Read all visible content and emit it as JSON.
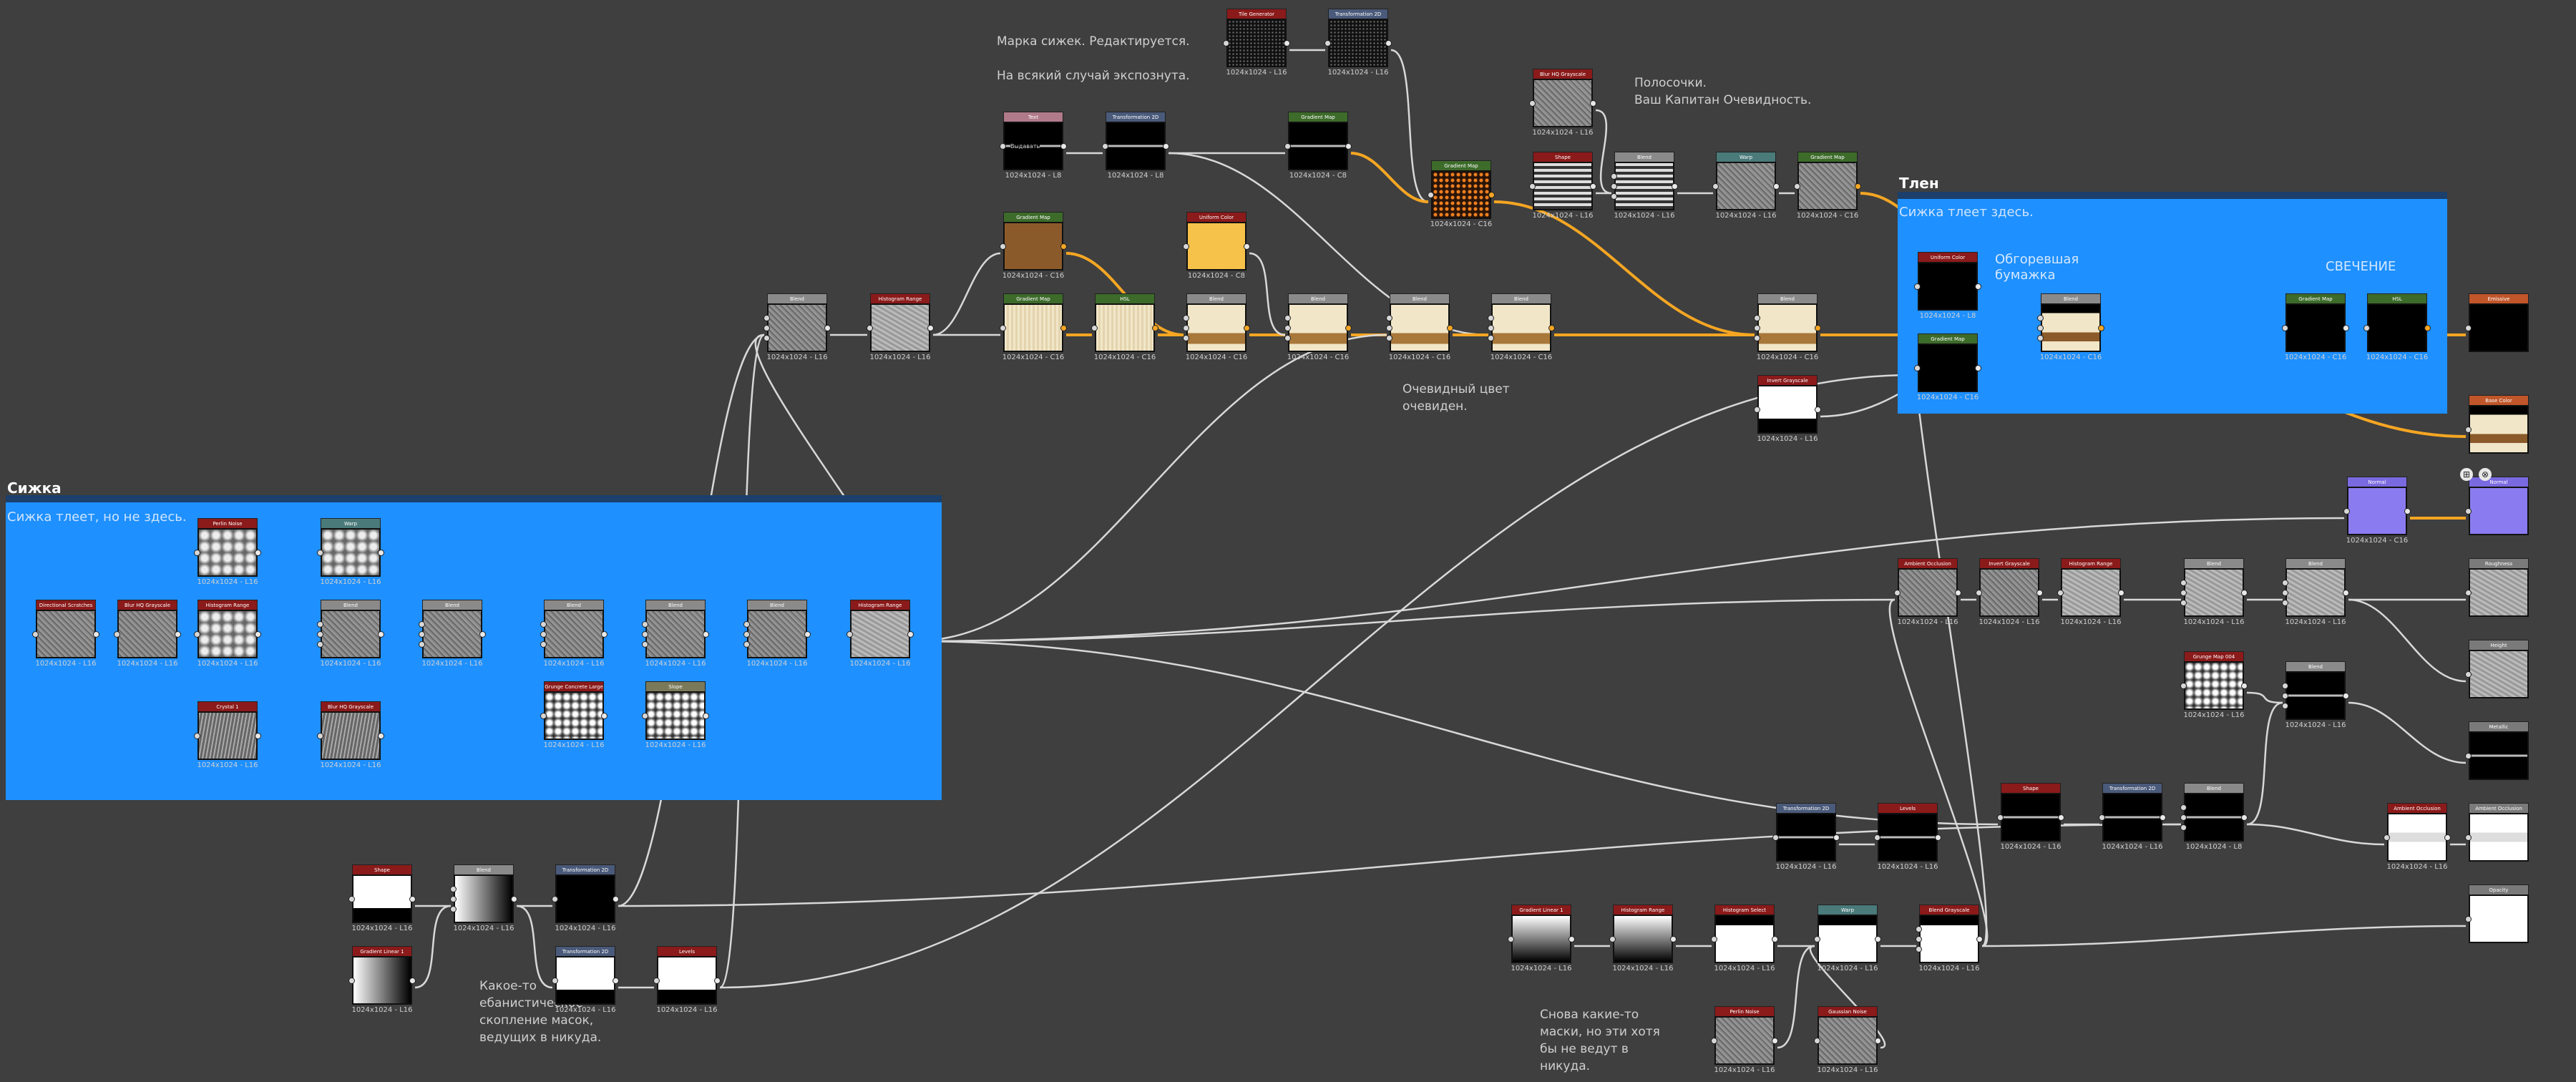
{
  "frames": [
    {
      "id": "f1",
      "title": "Сижка",
      "subtitle": "Сижка тлеет, но не здесь.",
      "label": ""
    },
    {
      "id": "f2",
      "title": "Тлен",
      "subtitle": "Сижка тлеет здесь.",
      "label": "Обгоревшая бумажка",
      "label2": "СВЕЧЕНИЕ"
    }
  ],
  "comments": [
    {
      "id": "c1",
      "text": "Марка сижек. Редактируется.\n\nНа всякий случай экспознута."
    },
    {
      "id": "c2",
      "text": "Полосочки.\nВаш Капитан Очевидность."
    },
    {
      "id": "c3",
      "text": "Очевидный цвет\nочевиден."
    },
    {
      "id": "c4",
      "text": "Какое-то\nебанистическое\nскопление масок,\nведущих в никуда."
    },
    {
      "id": "c5",
      "text": "Снова какие-то\nмаски, но эти хотя\nбы не ведут в\nникуда."
    }
  ],
  "nodes": [
    {
      "id": "tile_top",
      "title": "Tile Generator",
      "res": "1024x1024 - L16",
      "hdr": "#8b1a1a",
      "thumb": "noise-dark"
    },
    {
      "id": "transf_top",
      "title": "Transformation 2D",
      "res": "1024x1024 - L16",
      "hdr": "#4a5a7a",
      "thumb": "noise-dark"
    },
    {
      "id": "text",
      "title": "Text",
      "res": "1024x1024 - L8",
      "hdr": "#b07a8a",
      "thumb": "text-black",
      "text": "Выдавать"
    },
    {
      "id": "transf_a",
      "title": "Transformation 2D",
      "res": "1024x1024 - L8",
      "hdr": "#4a5a7a",
      "thumb": "text-black"
    },
    {
      "id": "gm_a",
      "title": "Gradient Map",
      "res": "1024x1024 - C8",
      "hdr": "#3d6b2a",
      "thumb": "text-black"
    },
    {
      "id": "gm_b",
      "title": "Gradient Map",
      "res": "1024x1024 - C16",
      "hdr": "#3d6b2a",
      "thumb": "brown"
    },
    {
      "id": "uniform_color",
      "title": "Uniform Color",
      "res": "1024x1024 - C8",
      "hdr": "#8b1a1a",
      "thumb": "yellow"
    },
    {
      "id": "gm_ember",
      "title": "Gradient Map",
      "res": "1024x1024 - C16",
      "hdr": "#3d6b2a",
      "thumb": "ember"
    },
    {
      "id": "blur_hq",
      "title": "Blur HQ Grayscale",
      "res": "1024x1024 - L16",
      "hdr": "#8b1a1a",
      "thumb": "gray-noise"
    },
    {
      "id": "stripes",
      "title": "Shape",
      "res": "1024x1024 - L16",
      "hdr": "#8b1a1a",
      "thumb": "stripes"
    },
    {
      "id": "blend_s",
      "title": "Blend",
      "res": "1024x1024 - L16",
      "hdr": "#8a8a8a",
      "thumb": "stripes"
    },
    {
      "id": "warp_s",
      "title": "Warp",
      "res": "1024x1024 - L16",
      "hdr": "#4a7a7a",
      "thumb": "gray-noise"
    },
    {
      "id": "gm_s",
      "title": "Gradient Map",
      "res": "1024x1024 - C16",
      "hdr": "#3d6b2a",
      "thumb": "gray-noise"
    },
    {
      "id": "blend_l1",
      "title": "Blend",
      "res": "1024x1024 - L16",
      "hdr": "#8a8a8a",
      "thumb": "gray-noise"
    },
    {
      "id": "histo_l1",
      "title": "Histogram Range",
      "res": "1024x1024 - L16",
      "hdr": "#8b1a1a",
      "thumb": "gray-light"
    },
    {
      "id": "gm_c",
      "title": "Gradient Map",
      "res": "1024x1024 - C16",
      "hdr": "#3d6b2a",
      "thumb": "paper"
    },
    {
      "id": "hsl_a",
      "title": "HSL",
      "res": "1024x1024 - C16",
      "hdr": "#3d6b2a",
      "thumb": "paper"
    },
    {
      "id": "blend_c1",
      "title": "Blend",
      "res": "1024x1024 - C16",
      "hdr": "#8a8a8a",
      "thumb": "paper-band"
    },
    {
      "id": "blend_c2",
      "title": "Blend",
      "res": "1024x1024 - C16",
      "hdr": "#8a8a8a",
      "thumb": "paper-band"
    },
    {
      "id": "blend_c3",
      "title": "Blend",
      "res": "1024x1024 - C16",
      "hdr": "#8a8a8a",
      "thumb": "paper-band"
    },
    {
      "id": "blend_c4",
      "title": "Blend",
      "res": "1024x1024 - C16",
      "hdr": "#8a8a8a",
      "thumb": "paper-band"
    },
    {
      "id": "blend_c5",
      "title": "Blend",
      "res": "1024x1024 - C16",
      "hdr": "#8a8a8a",
      "thumb": "paper-band"
    },
    {
      "id": "invert_gs",
      "title": "Invert Grayscale",
      "res": "1024x1024 - L16",
      "hdr": "#8b1a1a",
      "thumb": "white-top"
    },
    {
      "id": "uniform_color2",
      "title": "Uniform Color",
      "res": "1024x1024 - L8",
      "hdr": "#8b1a1a",
      "thumb": "black"
    },
    {
      "id": "gm_d",
      "title": "Gradient Map",
      "res": "1024x1024 - C16",
      "hdr": "#3d6b2a",
      "thumb": "black"
    },
    {
      "id": "blend_t",
      "title": "Blend",
      "res": "1024x1024 - C16",
      "hdr": "#8a8a8a",
      "thumb": "paper-burn"
    },
    {
      "id": "gm_e",
      "title": "Gradient Map",
      "res": "1024x1024 - C16",
      "hdr": "#3d6b2a",
      "thumb": "black"
    },
    {
      "id": "hsl_b",
      "title": "HSL",
      "res": "1024x1024 - C16",
      "hdr": "#3d6b2a",
      "thumb": "black"
    },
    {
      "id": "out_emissive",
      "title": "Emissive",
      "res": "",
      "hdr": "#c0562a",
      "thumb": "black"
    },
    {
      "id": "out_basecolor",
      "title": "Base Color",
      "res": "",
      "hdr": "#c0562a",
      "thumb": "paper-burn"
    },
    {
      "id": "normal",
      "title": "Normal",
      "res": "1024x1024 - C16",
      "hdr": "#7a6ae0",
      "thumb": "normal"
    },
    {
      "id": "out_normal",
      "title": "Normal",
      "res": "",
      "hdr": "#7a6ae0",
      "thumb": "normal"
    },
    {
      "id": "perlin",
      "title": "Perlin Noise",
      "res": "1024x1024 - L16",
      "hdr": "#8b1a1a",
      "thumb": "cells"
    },
    {
      "id": "warp_a",
      "title": "Warp",
      "res": "1024x1024 - L16",
      "hdr": "#4a7a7a",
      "thumb": "cells"
    },
    {
      "id": "dir_scratch",
      "title": "Directional Scratches",
      "res": "1024x1024 - L16",
      "hdr": "#8b1a1a",
      "thumb": "gray-noise"
    },
    {
      "id": "blur_hq2",
      "title": "Blur HQ Grayscale",
      "res": "1024x1024 - L16",
      "hdr": "#8b1a1a",
      "thumb": "gray-noise"
    },
    {
      "id": "histo_a",
      "title": "Histogram Range",
      "res": "1024x1024 - L16",
      "hdr": "#8b1a1a",
      "thumb": "cells"
    },
    {
      "id": "blend_f1",
      "title": "Blend",
      "res": "1024x1024 - L16",
      "hdr": "#8a8a8a",
      "thumb": "gray-noise"
    },
    {
      "id": "blend_f2",
      "title": "Blend",
      "res": "1024x1024 - L16",
      "hdr": "#8a8a8a",
      "thumb": "gray-noise"
    },
    {
      "id": "blend_f3",
      "title": "Blend",
      "res": "1024x1024 - L16",
      "hdr": "#8a8a8a",
      "thumb": "gray-noise"
    },
    {
      "id": "blend_f4",
      "title": "Blend",
      "res": "1024x1024 - L16",
      "hdr": "#8a8a8a",
      "thumb": "gray-noise"
    },
    {
      "id": "blend_f5",
      "title": "Blend",
      "res": "1024x1024 - L16",
      "hdr": "#8a8a8a",
      "thumb": "gray-noise"
    },
    {
      "id": "histo_b",
      "title": "Histogram Range",
      "res": "1024x1024 - L16",
      "hdr": "#8b1a1a",
      "thumb": "gray-light"
    },
    {
      "id": "crystal",
      "title": "Crystal 1",
      "res": "1024x1024 - L16",
      "hdr": "#8b1a1a",
      "thumb": "streaks"
    },
    {
      "id": "blur_hq3",
      "title": "Blur HQ Grayscale",
      "res": "1024x1024 - L16",
      "hdr": "#8b1a1a",
      "thumb": "streaks"
    },
    {
      "id": "grunge",
      "title": "Grunge Concrete Large",
      "res": "1024x1024 - L16",
      "hdr": "#8b1a1a",
      "thumb": "grunge"
    },
    {
      "id": "slope",
      "title": "Slope",
      "res": "1024x1024 - L16",
      "hdr": "#7a7a5a",
      "thumb": "grunge"
    },
    {
      "id": "shape_m",
      "title": "Shape",
      "res": "1024x1024 - L16",
      "hdr": "#8b1a1a",
      "thumb": "white-top"
    },
    {
      "id": "blend_m",
      "title": "Blend",
      "res": "1024x1024 - L16",
      "hdr": "#8a8a8a",
      "thumb": "grad-h"
    },
    {
      "id": "transf_m1",
      "title": "Transformation 2D",
      "res": "1024x1024 - L16",
      "hdr": "#4a5a7a",
      "thumb": "black"
    },
    {
      "id": "grad_linear",
      "title": "Gradient Linear 1",
      "res": "1024x1024 - L16",
      "hdr": "#8b1a1a",
      "thumb": "grad-h"
    },
    {
      "id": "transf_m2",
      "title": "Transformation 2D",
      "res": "1024x1024 - L16",
      "hdr": "#4a5a7a",
      "thumb": "white-top"
    },
    {
      "id": "level_m",
      "title": "Levels",
      "res": "1024x1024 - L16",
      "hdr": "#8b1a1a",
      "thumb": "white-top"
    },
    {
      "id": "ao",
      "title": "Ambient Occlusion",
      "res": "1024x1024 - L16",
      "hdr": "#8b1a1a",
      "thumb": "gray-noise"
    },
    {
      "id": "invert_r",
      "title": "Invert Grayscale",
      "res": "1024x1024 - L16",
      "hdr": "#8b1a1a",
      "thumb": "gray-noise"
    },
    {
      "id": "histo_r",
      "title": "Histogram Range",
      "res": "1024x1024 - L16",
      "hdr": "#8b1a1a",
      "thumb": "gray-light"
    },
    {
      "id": "blend_r1",
      "title": "Blend",
      "res": "1024x1024 - L16",
      "hdr": "#8a8a8a",
      "thumb": "gray-light"
    },
    {
      "id": "blend_r2",
      "title": "Blend",
      "res": "1024x1024 - L16",
      "hdr": "#8a8a8a",
      "thumb": "gray-light"
    },
    {
      "id": "out_rough",
      "title": "Roughness",
      "res": "",
      "hdr": "#7a7a7a",
      "thumb": "gray-light"
    },
    {
      "id": "out_height",
      "title": "Height",
      "res": "",
      "hdr": "#7a7a7a",
      "thumb": "gray-light"
    },
    {
      "id": "grunge_map",
      "title": "Grunge Map 004",
      "res": "1024x1024 - L16",
      "hdr": "#8b1a1a",
      "thumb": "grunge"
    },
    {
      "id": "blend_r3",
      "title": "Blend",
      "res": "1024x1024 - L16",
      "hdr": "#8a8a8a",
      "thumb": "text-black"
    },
    {
      "id": "out_metal",
      "title": "Metallic",
      "res": "",
      "hdr": "#7a7a7a",
      "thumb": "text-black"
    },
    {
      "id": "shape_r",
      "title": "Shape",
      "res": "1024x1024 - L16",
      "hdr": "#8b1a1a",
      "thumb": "text-black"
    },
    {
      "id": "transf_r",
      "title": "Transformation 2D",
      "res": "1024x1024 - L16",
      "hdr": "#4a5a7a",
      "thumb": "text-black"
    },
    {
      "id": "blend_r4",
      "title": "Blend",
      "res": "1024x1024 - L8",
      "hdr": "#8a8a8a",
      "thumb": "text-black"
    },
    {
      "id": "transf_r2",
      "title": "Transformation 2D",
      "res": "1024x1024 - L16",
      "hdr": "#4a5a7a",
      "thumb": "text-black"
    },
    {
      "id": "level_r",
      "title": "Levels",
      "res": "1024x1024 - L16",
      "hdr": "#8b1a1a",
      "thumb": "text-black"
    },
    {
      "id": "ao_out",
      "title": "Ambient Occlusion",
      "res": "1024x1024 - L16",
      "hdr": "#8b1a1a",
      "thumb": "white-spiky"
    },
    {
      "id": "out_ao",
      "title": "Ambient Occlusion",
      "res": "",
      "hdr": "#7a7a7a",
      "thumb": "white-spiky"
    },
    {
      "id": "out_opacity",
      "title": "Opacity",
      "res": "",
      "hdr": "#7a7a7a",
      "thumb": "white"
    },
    {
      "id": "grad_linear2",
      "title": "Gradient Linear 1",
      "res": "1024x1024 - L16",
      "hdr": "#8b1a1a",
      "thumb": "grad-v"
    },
    {
      "id": "histo_m2",
      "title": "Histogram Range",
      "res": "1024x1024 - L16",
      "hdr": "#8b1a1a",
      "thumb": "grad-v"
    },
    {
      "id": "histo_sel",
      "title": "Histogram Select",
      "res": "1024x1024 - L16",
      "hdr": "#8b1a1a",
      "thumb": "white-bottom"
    },
    {
      "id": "warp_m",
      "title": "Warp",
      "res": "1024x1024 - L16",
      "hdr": "#4a7a7a",
      "thumb": "white-bottom"
    },
    {
      "id": "blend_m2",
      "title": "Blend Grayscale",
      "res": "1024x1024 - L16",
      "hdr": "#8b1a1a",
      "thumb": "white-bottom"
    },
    {
      "id": "perlin2",
      "title": "Perlin Noise",
      "res": "1024x1024 - L16",
      "hdr": "#8b1a1a",
      "thumb": "gray-noise"
    },
    {
      "id": "gauss",
      "title": "Gaussian Noise",
      "res": "1024x1024 - L16",
      "hdr": "#8b1a1a",
      "thumb": "gray-noise"
    }
  ],
  "toolbar": {
    "icon_a": "⊞",
    "icon_b": "⊗"
  }
}
